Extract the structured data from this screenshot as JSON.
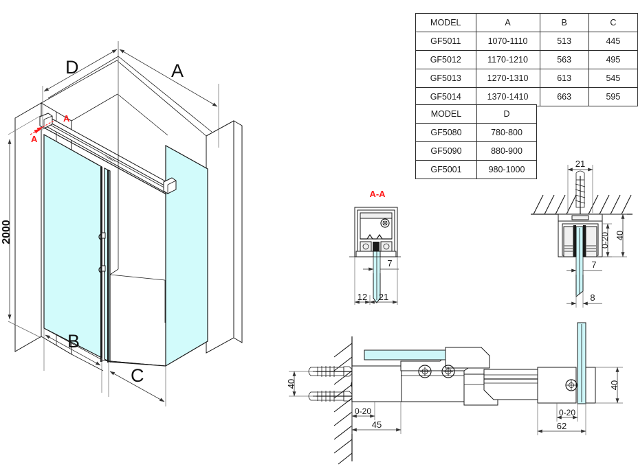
{
  "tables": {
    "model_abc": {
      "name": "model-dimension-table-abc",
      "headers": [
        "MODEL",
        "A",
        "B",
        "C"
      ],
      "rows": [
        [
          "GF5011",
          "1070-1110",
          "513",
          "445"
        ],
        [
          "GF5012",
          "1170-1210",
          "563",
          "495"
        ],
        [
          "GF5013",
          "1270-1310",
          "613",
          "545"
        ],
        [
          "GF5014",
          "1370-1410",
          "663",
          "595"
        ]
      ]
    },
    "model_d": {
      "name": "model-dimension-table-d",
      "headers": [
        "MODEL",
        "D"
      ],
      "rows": [
        [
          "GF5080",
          "780-800"
        ],
        [
          "GF5090",
          "880-900"
        ],
        [
          "GF5001",
          "980-1000"
        ]
      ]
    }
  },
  "isometric": {
    "label_d": "D",
    "label_a": "A",
    "label_b": "B",
    "label_c": "C",
    "height": "2000",
    "section_marker_1": "A",
    "section_marker_2": "A"
  },
  "section_aa": {
    "title": "A-A",
    "dim_7": "7",
    "dim_12": "12",
    "dim_21": "21"
  },
  "detail_top_right": {
    "dim_21": "21",
    "dim_40": "40",
    "dim_0_20": "0-20",
    "dim_7": "7",
    "dim_8": "8"
  },
  "detail_bottom_left": {
    "dim_40": "40",
    "dim_0_20": "0-20",
    "dim_45": "45"
  },
  "detail_bottom_right": {
    "dim_40": "40",
    "dim_0_20": "0-20",
    "dim_62": "62"
  },
  "colors": {
    "glass": "#d2fbfb",
    "line": "#1a1a1a",
    "section_red": "#ff1a1a"
  }
}
